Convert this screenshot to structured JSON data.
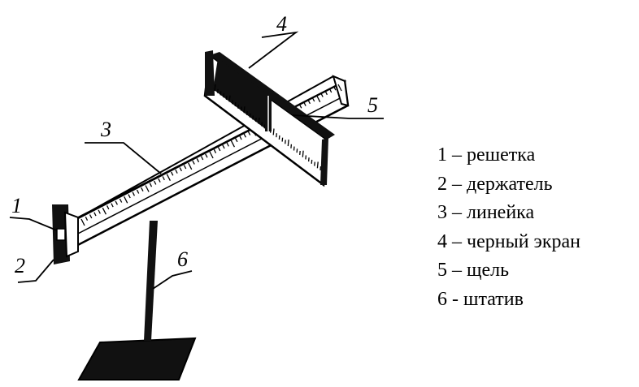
{
  "colors": {
    "ink": "#000000",
    "background": "#ffffff"
  },
  "callouts": [
    "1",
    "2",
    "3",
    "4",
    "5",
    "6"
  ],
  "legend": [
    "1 – решетка",
    "2 – держатель",
    "3 – линейка",
    "4 – черный экран",
    "5 – щель",
    "6 - штатив"
  ]
}
